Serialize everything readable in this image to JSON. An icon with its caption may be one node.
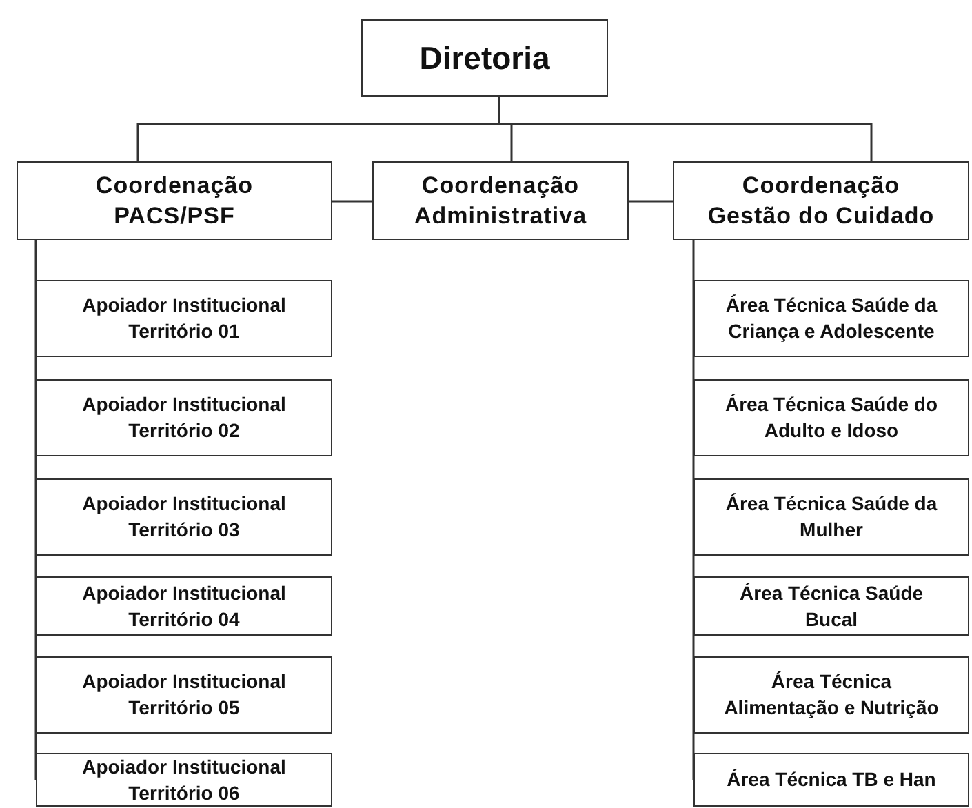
{
  "diagram": {
    "nodes": [
      {
        "text": [
          "Diretoria"
        ]
      },
      {
        "text": [
          "Coordenação PACS/PSF"
        ]
      },
      {
        "text": [
          "Coordenação Administrativa"
        ]
      },
      {
        "text": [
          "Coordenação Gestão do Cuidado"
        ]
      },
      {
        "text": [
          "Apoiador Institucional Território 01"
        ]
      },
      {
        "text": [
          "Apoiador Institucional Território 02"
        ]
      },
      {
        "text": [
          "Apoiador Institucional Território 03"
        ]
      },
      {
        "text": [
          "Apoiador Institucional Território 04"
        ]
      },
      {
        "text": [
          "Apoiador Institucional Território 05"
        ]
      },
      {
        "text": [
          "Apoiador Institucional Território 06"
        ]
      },
      {
        "text": [
          "Área Técnica Saúde da Criança e Adolescente"
        ]
      },
      {
        "text": [
          "Área Técnica Saúde do Adulto e Idoso"
        ]
      },
      {
        "text": [
          "Área Técnica Saúde da Mulher"
        ]
      },
      {
        "text": [
          "Área Técnica Saúde Bucal"
        ]
      },
      {
        "text": [
          "Área Técnica Alimentação e Nutrição"
        ]
      },
      {
        "text": [
          "Área Técnica TB e Han"
        ]
      }
    ],
    "edges": [
      {
        "from": 0,
        "to": 1,
        "arrow": "none"
      },
      {
        "from": 0,
        "to": 2,
        "arrow": "none"
      },
      {
        "from": 0,
        "to": 3,
        "arrow": "none"
      },
      {
        "from": 1,
        "to": 2,
        "arrow": "none"
      },
      {
        "from": 2,
        "to": 3,
        "arrow": "none"
      },
      {
        "from": 1,
        "to": 4,
        "arrow": "none"
      },
      {
        "from": 1,
        "to": 5,
        "arrow": "none"
      },
      {
        "from": 1,
        "to": 6,
        "arrow": "none"
      },
      {
        "from": 1,
        "to": 7,
        "arrow": "none"
      },
      {
        "from": 1,
        "to": 8,
        "arrow": "none"
      },
      {
        "from": 1,
        "to": 9,
        "arrow": "none"
      },
      {
        "from": 3,
        "to": 10,
        "arrow": "none"
      },
      {
        "from": 3,
        "to": 11,
        "arrow": "none"
      },
      {
        "from": 3,
        "to": 12,
        "arrow": "none"
      },
      {
        "from": 3,
        "to": 13,
        "arrow": "none"
      },
      {
        "from": 3,
        "to": 14,
        "arrow": "none"
      },
      {
        "from": 3,
        "to": 15,
        "arrow": "none"
      }
    ]
  }
}
